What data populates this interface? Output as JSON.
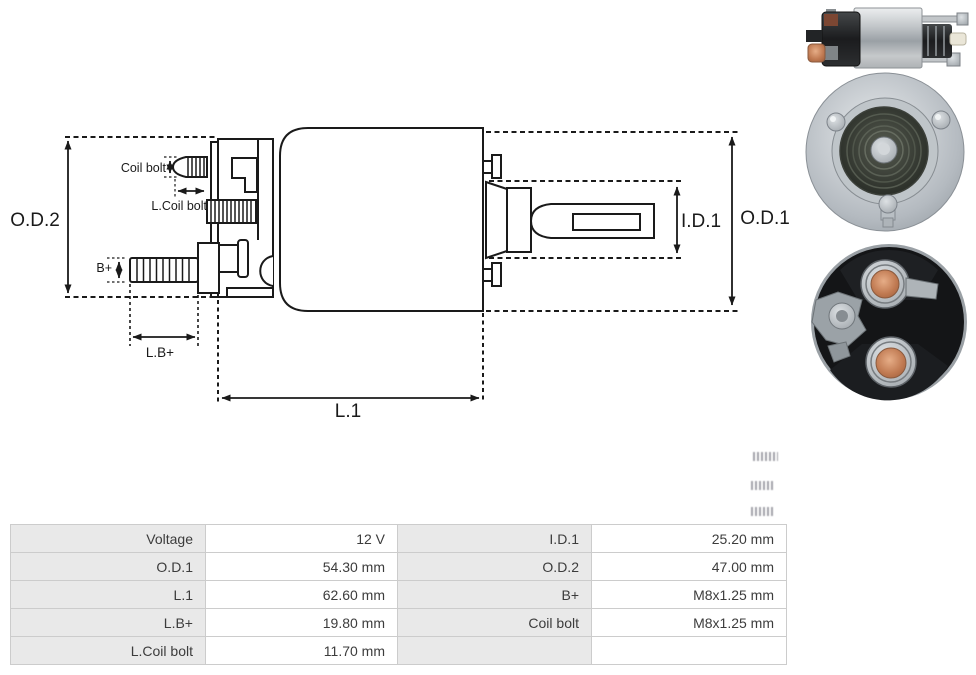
{
  "drawing": {
    "labels": {
      "od2": "O.D.2",
      "coil_bolt": "Coil bolt",
      "l_coil_bolt": "L.Coil bolt",
      "b_plus": "B+",
      "l_b_plus": "L.B+",
      "l1": "L.1",
      "id1": "I.D.1",
      "od1": "O.D.1"
    },
    "line_color": "#1a1a1a"
  },
  "photos": [
    {
      "alt": "solenoid side view photo"
    },
    {
      "alt": "solenoid front face photo"
    },
    {
      "alt": "solenoid rear terminals photo"
    }
  ],
  "table": {
    "label_bg": "#e9e9e9",
    "value_bg": "#ffffff",
    "border_color": "#cccccc",
    "rows": [
      {
        "l1": "Voltage",
        "v1": "12 V",
        "l2": "I.D.1",
        "v2": "25.20 mm"
      },
      {
        "l1": "O.D.1",
        "v1": "54.30 mm",
        "l2": "O.D.2",
        "v2": "47.00 mm"
      },
      {
        "l1": "L.1",
        "v1": "62.60 mm",
        "l2": "B+",
        "v2": "M8x1.25 mm"
      },
      {
        "l1": "L.B+",
        "v1": "19.80 mm",
        "l2": "Coil bolt",
        "v2": "M8x1.25 mm"
      },
      {
        "l1": "L.Coil bolt",
        "v1": "11.70 mm",
        "l2": "",
        "v2": ""
      }
    ]
  }
}
